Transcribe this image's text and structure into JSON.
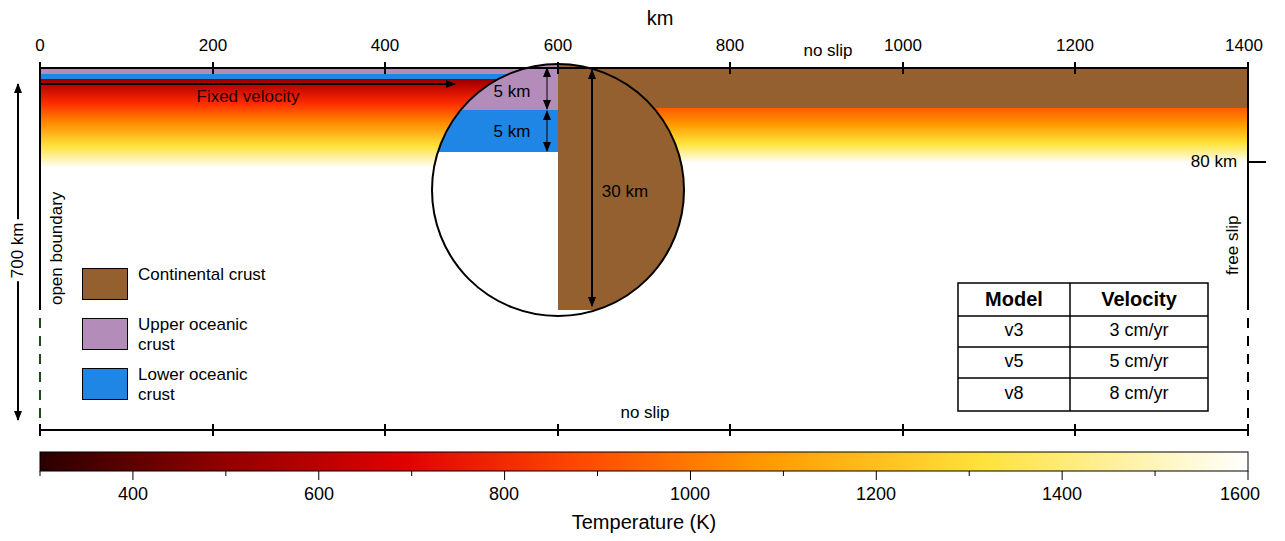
{
  "diagram": {
    "labels": [
      "km",
      "0",
      "200",
      "400",
      "600",
      "800",
      "1000",
      "1200",
      "1400",
      "no slip",
      "Fixed velocity",
      "5 km",
      "5 km",
      "30 km",
      "80 km",
      "700 km",
      "open boundary",
      "free slip",
      "no slip",
      "Model",
      "Velocity",
      "v3",
      "3 cm/yr",
      "v5",
      "5 cm/yr",
      "v8",
      "8 cm/yr",
      "400",
      "600",
      "800",
      "1000",
      "1200",
      "1400",
      "1600",
      "Temperature (K)"
    ],
    "legend": [
      {
        "text": "Continental crust",
        "color": "#94602f"
      },
      {
        "text": "Upper oceanic crust",
        "color": "#b48cba"
      },
      {
        "text": "Lower oceanic crust",
        "color": "#1f86e6"
      }
    ]
  }
}
